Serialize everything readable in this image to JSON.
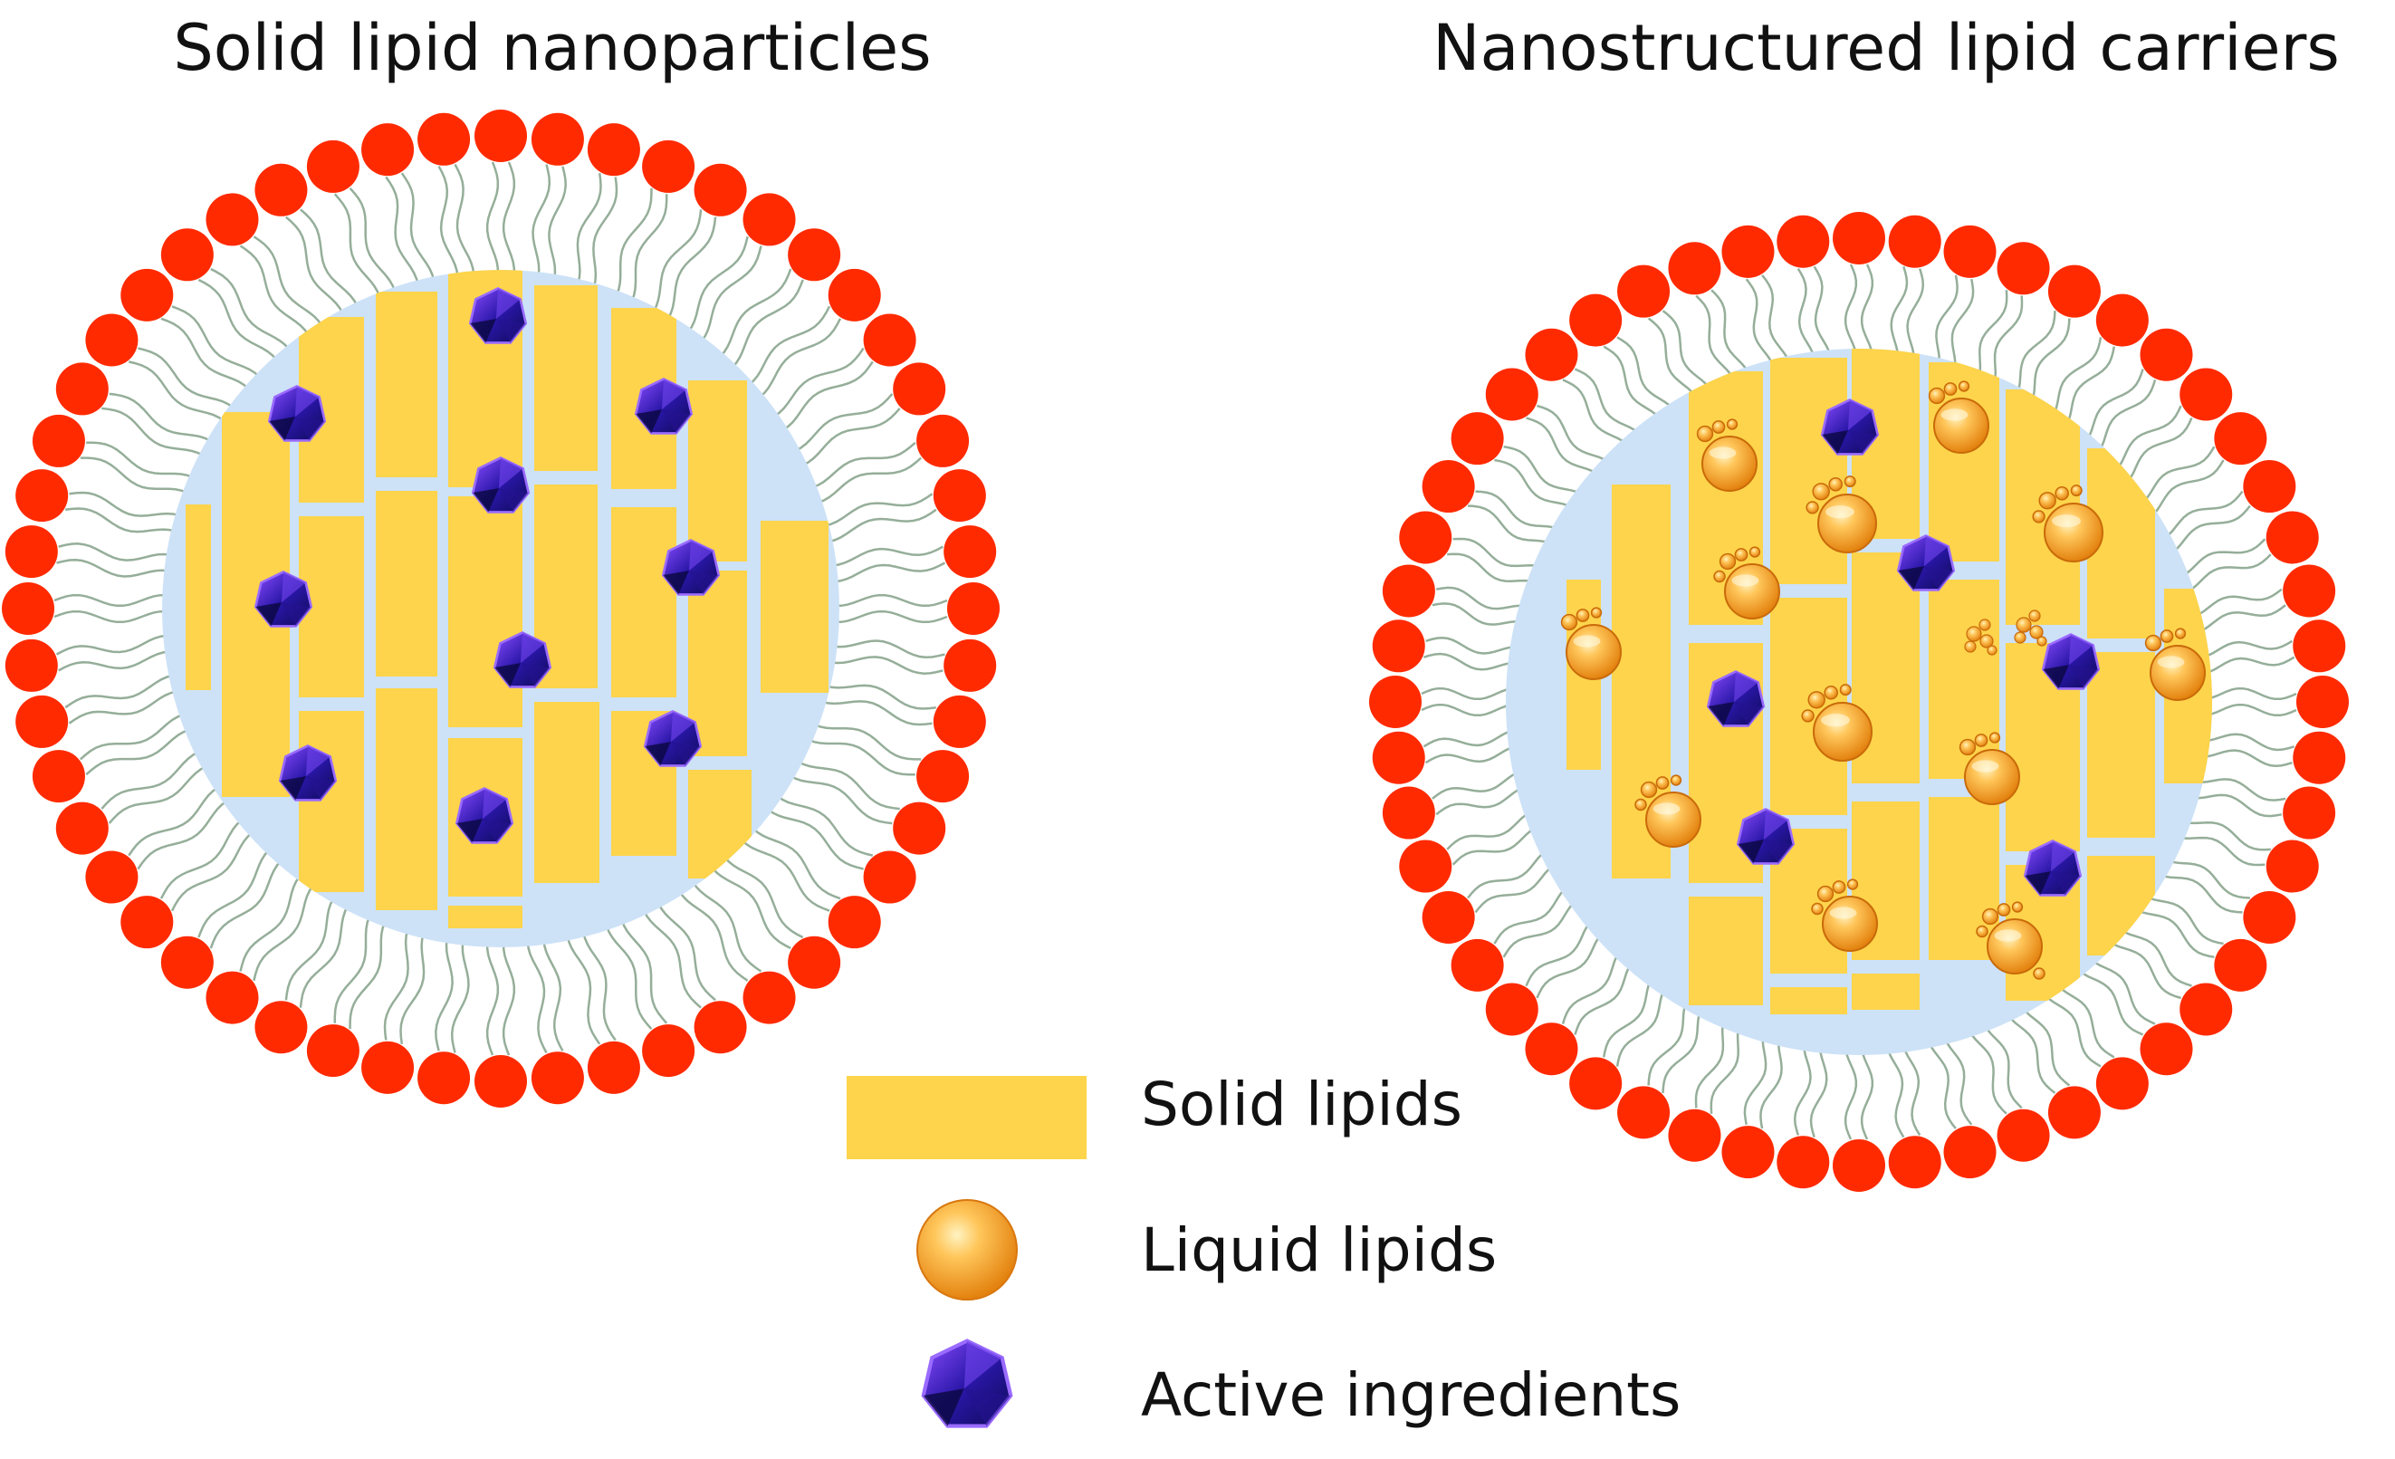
{
  "titles": {
    "left": "Solid lipid nanoparticles",
    "right": "Nanostructured lipid carriers"
  },
  "legend": {
    "solid": "Solid lipids",
    "liquid": "Liquid lipids",
    "active": "Active ingredients"
  },
  "colors": {
    "head": "#ff2a00",
    "tail": "#8aa58e",
    "matrix": "#cde2f7",
    "solid_lipid": "#fdd44b",
    "liquid_lipid_light": "#ffd27a",
    "liquid_lipid_dark": "#e98a12",
    "active_light": "#7d3df0",
    "active_dark": "#1c1080"
  },
  "icons": {
    "solid": "solid-lipid-block-icon",
    "liquid": "liquid-lipid-droplet-icon",
    "active": "active-ingredient-polyhedron-icon"
  }
}
